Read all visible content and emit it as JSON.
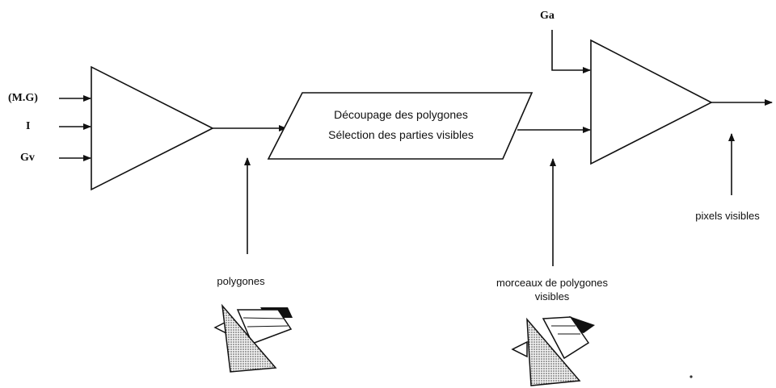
{
  "inputs": {
    "mg": "(M.G)",
    "i": "I",
    "gv": "Gv",
    "ga": "Ga"
  },
  "process_box": {
    "line1": "Découpage des polygones",
    "line2": "Sélection des parties visibles"
  },
  "labels": {
    "polygones": "polygones",
    "morceaux_line1": "morceaux de polygones",
    "morceaux_line2": "visibles",
    "pixels": "pixels visibles"
  }
}
